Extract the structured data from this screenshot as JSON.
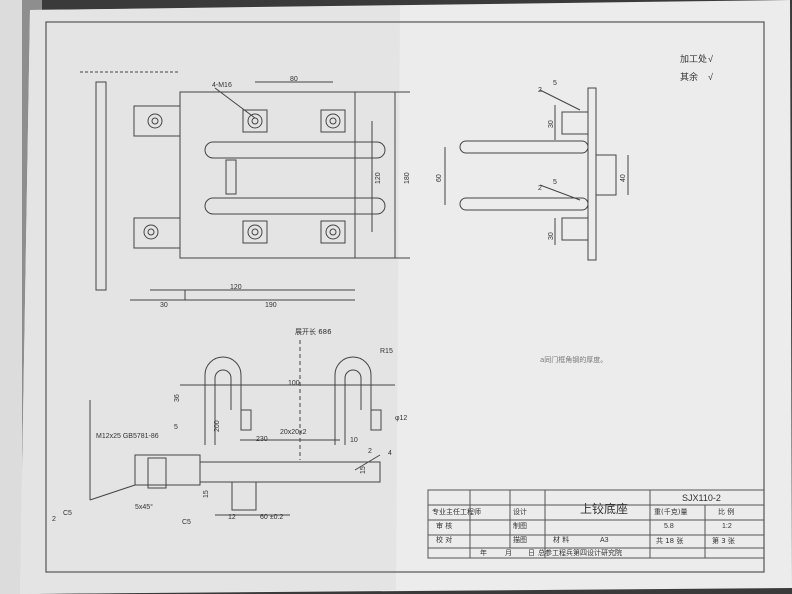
{
  "drawing": {
    "title": "上铰底座",
    "number": "SJX110-2",
    "institute": "总参工程兵第四设计研究院",
    "material_label": "材 料",
    "material_value": "A3",
    "weight_label": "重(千克)量",
    "weight_value": "5.8",
    "scale_label": "比 例",
    "scale_value": "1:2",
    "sheets_total": "共 18 张",
    "sheet_no": "第 3 张",
    "roles": [
      "专业主任工程师",
      "审 核",
      "校 对",
      "年",
      "月",
      "日"
    ],
    "roles_right": [
      "设计",
      "制图",
      "描图"
    ]
  },
  "notes": {
    "finish_machined": "加工处",
    "finish_machined_symbol": "√",
    "finish_rest": "其余",
    "finish_rest_symbol": "√",
    "note_text": "a同门框角钢的厚度。"
  },
  "plan_view": {
    "bolt_label": "4-M16",
    "dims": [
      "80",
      "120",
      "180",
      "30",
      "190",
      "120"
    ]
  },
  "side_view": {
    "dims": [
      "30",
      "60",
      "40",
      "30",
      "2",
      "5",
      "2",
      "5"
    ]
  },
  "lower_view": {
    "unfold_label": "展开长 686",
    "radius_label": "R15",
    "dims": [
      "100",
      "36",
      "200",
      "230",
      "20x20x2",
      "10",
      "φ12",
      "15",
      "15",
      "12",
      "60 ±0.2",
      "5x45°"
    ],
    "bolt_spec": "M12x25 GB5781-86",
    "weld_labels": [
      "5",
      "2",
      "4",
      "C5",
      "2",
      "C5"
    ]
  }
}
